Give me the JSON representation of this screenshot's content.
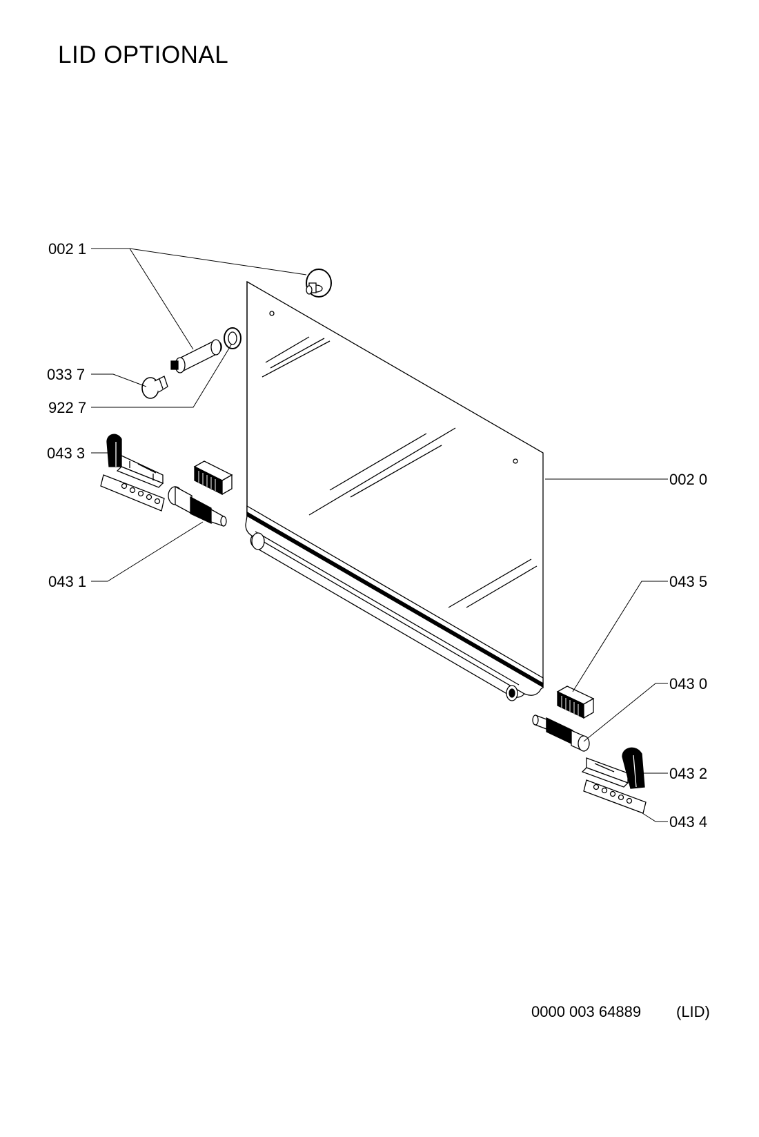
{
  "title": "LID OPTIONAL",
  "parts": {
    "p0021": "002 1",
    "p0337": "033 7",
    "p9227": "922 7",
    "p0433": "043 3",
    "p0431": "043 1",
    "p0020": "002 0",
    "p0435": "043 5",
    "p0430": "043 0",
    "p0432": "043 2",
    "p0434": "043 4"
  },
  "footer": {
    "code": "0000 003 64889",
    "name": "(LID)"
  }
}
